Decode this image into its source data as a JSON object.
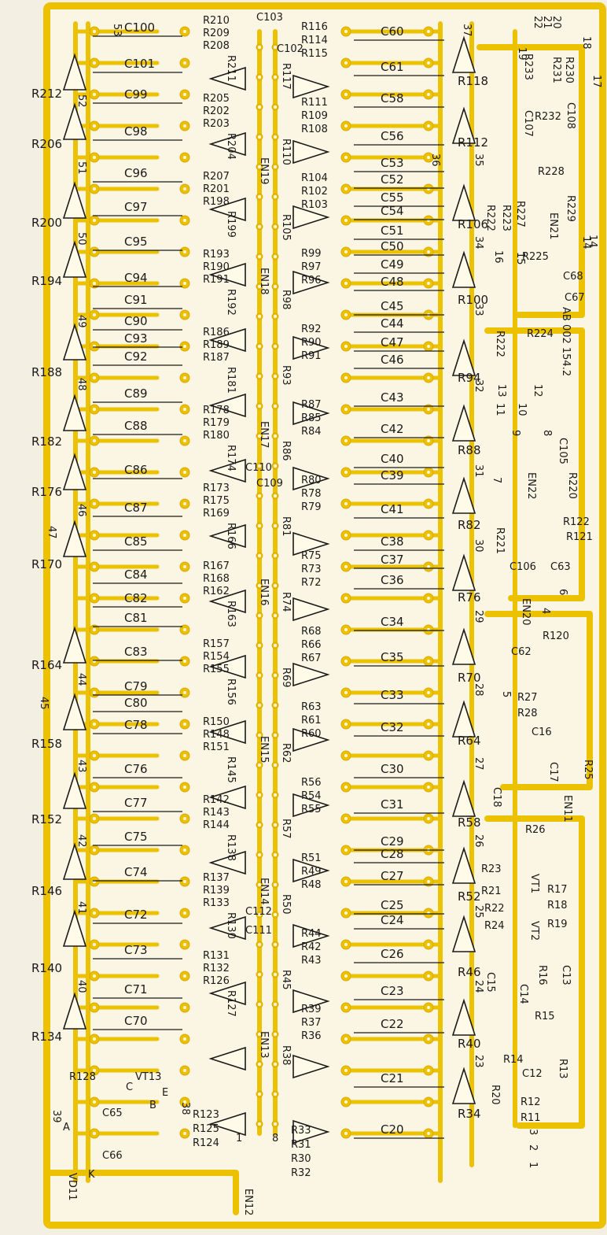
{
  "capacitors_left": [
    "C100",
    "C101",
    "C99",
    "C98",
    "C96",
    "C97",
    "C95",
    "C94",
    "C91",
    "C90",
    "C93",
    "C92",
    "C89",
    "C88",
    "C86",
    "C87",
    "C85",
    "C84",
    "C82",
    "C81",
    "C83",
    "C79",
    "C80",
    "C78",
    "C76",
    "C77",
    "C75",
    "C74",
    "C72",
    "C73",
    "C71",
    "C70"
  ],
  "capacitors_right": [
    "C60",
    "C61",
    "C58",
    "C56",
    "C53",
    "C52",
    "C55",
    "C54",
    "C51",
    "C50",
    "C49",
    "C48",
    "C45",
    "C44",
    "C47",
    "C46",
    "C43",
    "C42",
    "C40",
    "C39",
    "C41",
    "C38",
    "C37",
    "C36",
    "C34",
    "C35",
    "C33",
    "C32",
    "C30",
    "C31",
    "C29",
    "C28",
    "C27",
    "C25",
    "C24",
    "C26",
    "C23",
    "C22",
    "C21",
    "C20"
  ],
  "triangle_labels_left": [
    "R212",
    "R206",
    "R200",
    "R194",
    "R188",
    "R182",
    "R176",
    "R170",
    "R164",
    "R158",
    "R152",
    "R146",
    "R140",
    "R134"
  ],
  "triangle_labels_right": [
    "R118",
    "R112",
    "R106",
    "R100",
    "R94",
    "R88",
    "R82",
    "R76",
    "R70",
    "R64",
    "R58",
    "R52",
    "R46",
    "R40",
    "R34"
  ],
  "pins_left": [
    "53",
    "52",
    "51",
    "50",
    "49",
    "48",
    "47",
    "46",
    "44",
    "45",
    "43",
    "42",
    "41",
    "40",
    "39",
    "38"
  ],
  "pins_right": [
    "37",
    "36",
    "35",
    "34",
    "33",
    "32",
    "31",
    "30",
    "29",
    "28",
    "27",
    "26",
    "25",
    "24",
    "23"
  ],
  "ic_labels": [
    "EN19",
    "EN18",
    "EN17",
    "EN16",
    "EN15",
    "EN14",
    "EN13",
    "EN12",
    "EN21",
    "EN22",
    "EN20",
    "EN11"
  ],
  "center_left_resistors": [
    "R210",
    "R209",
    "R208",
    "R211",
    "R205",
    "R202",
    "R203",
    "R204",
    "R207",
    "R201",
    "R198",
    "R199",
    "R193",
    "R190",
    "R191",
    "R192",
    "R186",
    "R189",
    "R187",
    "R181",
    "R178",
    "R179",
    "R180",
    "R174",
    "R173",
    "R175",
    "R169",
    "R166",
    "R167",
    "R168",
    "R162",
    "R163",
    "R157",
    "R154",
    "R155",
    "R156",
    "R150",
    "R148",
    "R151",
    "R145",
    "R142",
    "R143",
    "R144",
    "R138",
    "R137",
    "R139",
    "R133",
    "R130",
    "R131",
    "R132",
    "R126",
    "R127",
    "R123",
    "R125",
    "R124",
    "R128"
  ],
  "center_right_resistors": [
    "R116",
    "R114",
    "R115",
    "R117",
    "R111",
    "R109",
    "R108",
    "R110",
    "R104",
    "R102",
    "R103",
    "R105",
    "R99",
    "R97",
    "R96",
    "R98",
    "R92",
    "R90",
    "R91",
    "R93",
    "R87",
    "R85",
    "R84",
    "R86",
    "R80",
    "R78",
    "R79",
    "R81",
    "R75",
    "R73",
    "R72",
    "R74",
    "R68",
    "R66",
    "R67",
    "R69",
    "R63",
    "R61",
    "R60",
    "R62",
    "R56",
    "R54",
    "R55",
    "R57",
    "R51",
    "R49",
    "R48",
    "R50",
    "R44",
    "R42",
    "R43",
    "R45",
    "R39",
    "R37",
    "R36",
    "R38",
    "R33",
    "R31",
    "R30",
    "R32"
  ],
  "center_caps": [
    "C103",
    "C102",
    "C110",
    "C109",
    "C112",
    "C111",
    "C65",
    "C66"
  ],
  "right_area_labels": [
    "R233",
    "R230",
    "R231",
    "R232",
    "C107",
    "C108",
    "R228",
    "R229",
    "R227",
    "R222",
    "R223",
    "R225",
    "C68",
    "C67",
    "R224",
    "R222",
    "C105",
    "R220",
    "R122",
    "R121",
    "R221",
    "C106",
    "C63",
    "R120",
    "C62",
    "R27",
    "R28",
    "C16",
    "R25",
    "C17",
    "C18",
    "R26",
    "R23",
    "R21",
    "R22",
    "R24",
    "R17",
    "R18",
    "R19",
    "VT1",
    "VT2",
    "R16",
    "C13",
    "C14",
    "C15",
    "R15",
    "R14",
    "R13",
    "C12",
    "R20",
    "R12",
    "R11"
  ],
  "right_pins": [
    "20",
    "21",
    "22",
    "18",
    "19",
    "17",
    "14",
    "16",
    "15",
    "13",
    "12",
    "11",
    "10",
    "9",
    "8",
    "7",
    "6",
    "5",
    "4",
    "3",
    "2",
    "1"
  ],
  "misc_labels": {
    "vt13": "VT13",
    "vd11": "VD11",
    "c": "C",
    "e": "E",
    "b": "B",
    "k": "K",
    "a": "A",
    "one": "1",
    "eight": "8",
    "fourteen": "14",
    "ref": "AB 002 154.2"
  },
  "colors": {
    "copper": "#ecc100",
    "copper_dark": "#d9a900",
    "board": "#f3efe3",
    "silkscreen": "#1a1a1a"
  }
}
